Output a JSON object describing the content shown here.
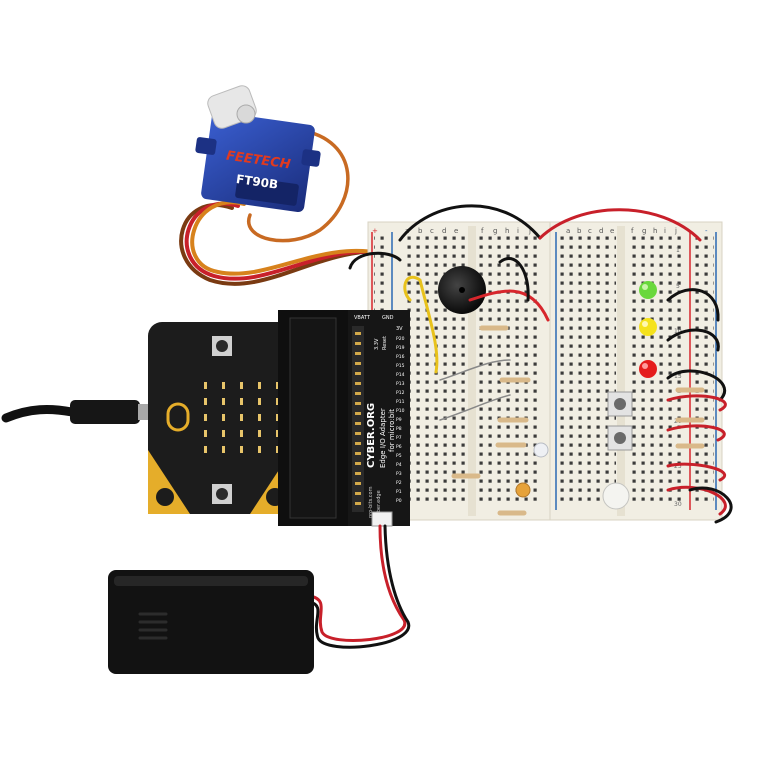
{
  "servo": {
    "brand": "FEETECH",
    "model": "FT90B"
  },
  "adapter": {
    "brand": "CYBER.ORG",
    "line1": "Edge I/O Adapter",
    "line2": "for micro:bit",
    "maker": "pro-bits.com",
    "maker2": "cyber.edge",
    "header_top": "VBATT",
    "header_gnd": "GND",
    "header_3v": "3V",
    "jumper1": "3.3V",
    "jumper2": "Reset",
    "pins": [
      "P20",
      "P19",
      "P16",
      "P15",
      "P14",
      "P13",
      "P12",
      "P11",
      "P10",
      "P9",
      "P8",
      "P7",
      "P6",
      "P5",
      "P4",
      "P3",
      "P2",
      "P1",
      "P0"
    ]
  },
  "breadboard": {
    "col_letters_left": [
      "a",
      "b",
      "c",
      "d",
      "e"
    ],
    "col_letters_right": [
      "f",
      "g",
      "h",
      "i",
      "j"
    ],
    "rail_plus": "+",
    "rail_minus": "-",
    "row_numbers": [
      "1",
      "5",
      "10",
      "15",
      "20",
      "25",
      "30"
    ]
  },
  "colors": {
    "background": "#ffffff",
    "board_bg": "#f1eee3",
    "rail_red": "#d7262c",
    "rail_blue": "#2a68b3",
    "microbit_black": "#1c1c1c",
    "gold": "#e5ad2a",
    "servo_blue": "#1f3a9b",
    "wire_black": "#111111",
    "wire_red": "#c8202a",
    "wire_orange": "#c86a22",
    "led_green": "#69d83c",
    "led_yellow": "#f5e21c",
    "led_red": "#e51c1c"
  }
}
